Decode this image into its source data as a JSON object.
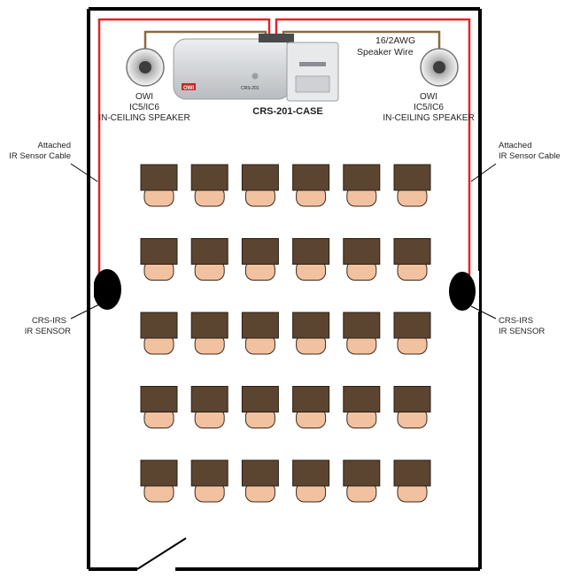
{
  "labels": {
    "speaker_wire_gauge": "16/2AWG",
    "speaker_wire": "Speaker Wire",
    "amp_model": "CRS-201-CASE",
    "amp_brand": "OWI",
    "amp_panel_text": "CRS-201",
    "speaker_left": {
      "brand": "OWI",
      "model": "IC5/IC6",
      "type": "IN-CEILING SPEAKER"
    },
    "speaker_right": {
      "brand": "OWI",
      "model": "IC5/IC6",
      "type": "IN-CEILING SPEAKER"
    },
    "cable_left": {
      "line1": "Attached",
      "line2": "IR Sensor Cable"
    },
    "cable_right": {
      "line1": "Attached",
      "line2": "IR Sensor Cable"
    },
    "sensor_left": {
      "line1": "CRS-IRS",
      "line2": "IR SENSOR"
    },
    "sensor_right": {
      "line1": "CRS-IRS",
      "line2": "IR SENSOR"
    }
  },
  "seating": {
    "rows": 5,
    "cols": 6
  },
  "colors": {
    "wall": "#000000",
    "ir_cable": "#e0242b",
    "speaker_wire": "#8b6a3e",
    "desk": "#5b4531",
    "chair": "#f2c2a0",
    "amp_body": "#d5d7da",
    "brand_red": "#c8242b"
  }
}
